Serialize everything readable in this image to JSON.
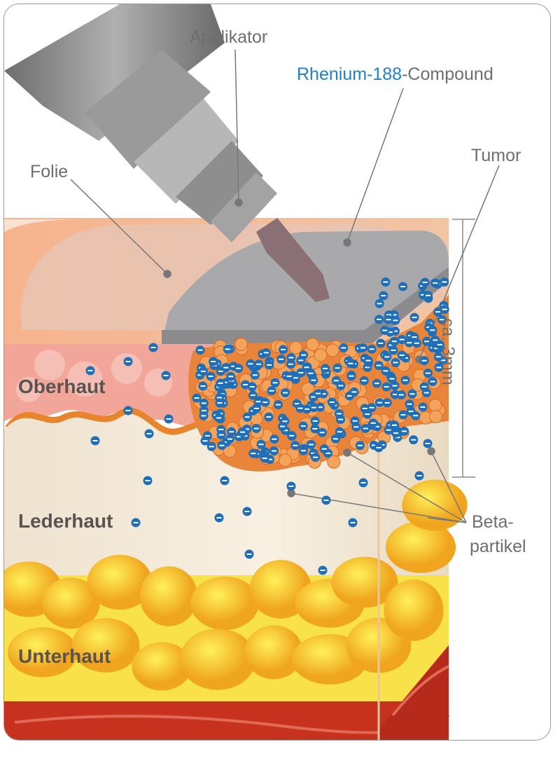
{
  "labels": {
    "applicator": "Applikator",
    "compound_part1": "Rhenium-188",
    "compound_part2": "-Compound",
    "foil": "Folie",
    "tumor": "Tumor",
    "depth": "ca. 3mm",
    "beta_line1": "Beta-",
    "beta_line2": "partikel"
  },
  "layers": {
    "epidermis": "Oberhaut",
    "dermis": "Lederhaut",
    "subcutis": "Unterhaut"
  },
  "colors": {
    "compound_highlight": "#1f82c7",
    "particle": "#1f6fb8",
    "epidermis": "#f2a69a",
    "dermis": "#f3e6d4",
    "subcutis": "#f7d53a",
    "muscle": "#c7321f",
    "tumor": "#e8853a",
    "applicator": "#8a8a8a"
  }
}
